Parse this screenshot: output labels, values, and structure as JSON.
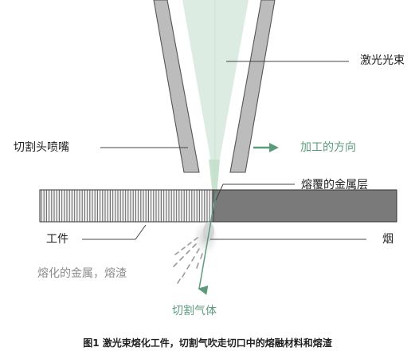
{
  "labels": {
    "laser_beam": "激光光束",
    "nozzle": "切割头喷嘴",
    "direction": "加工的方向",
    "cladding": "熔覆的金属层",
    "workpiece": "工件",
    "smoke": "烟",
    "molten": "熔化的金属，熔渣",
    "gas": "切割气体"
  },
  "caption": "图1 激光束熔化工件，切割气吹走切口中的熔融材料和熔渣",
  "colors": {
    "green": "#5b9b7c",
    "beam_fill": "#dcece3",
    "nozzle_fill": "#bcbcbc",
    "dark_gray": "#7a7a7a"
  }
}
